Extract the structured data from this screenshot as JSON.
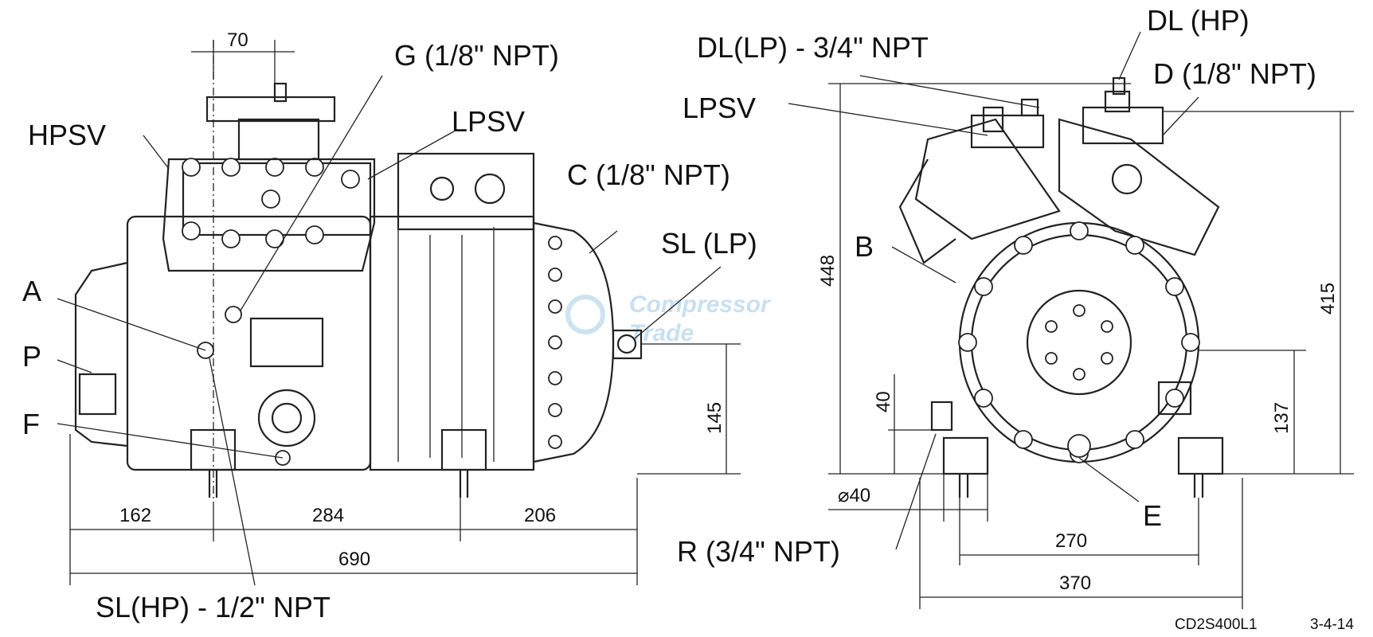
{
  "labels": {
    "dim_70": "70",
    "g": "G (1/8\" NPT)",
    "hpsv": "HPSV",
    "lpsv_left": "LPSV",
    "c": "C (1/8\" NPT)",
    "sl_lp": "SL (LP)",
    "a": "A",
    "p": "P",
    "f": "F",
    "dim_145": "145",
    "dim_162": "162",
    "dim_284": "284",
    "dim_206": "206",
    "dim_690": "690",
    "sl_hp": "SL(HP) - 1/2\" NPT",
    "dl_lp": "DL(LP) - 3/4\" NPT",
    "dl_hp": "DL (HP)",
    "d": "D (1/8\" NPT)",
    "lpsv_right": "LPSV",
    "b": "B",
    "dim_448": "448",
    "dim_415": "415",
    "dim_40": "40",
    "dim_137": "137",
    "dim_dia40": "⌀40",
    "e": "E",
    "r": "R (3/4\" NPT)",
    "dim_270": "270",
    "dim_370": "370",
    "drawing_code": "CD2S400L1",
    "drawing_date": "3-4-14",
    "watermark_line1": "Compressor",
    "watermark_line2": "Trade"
  }
}
